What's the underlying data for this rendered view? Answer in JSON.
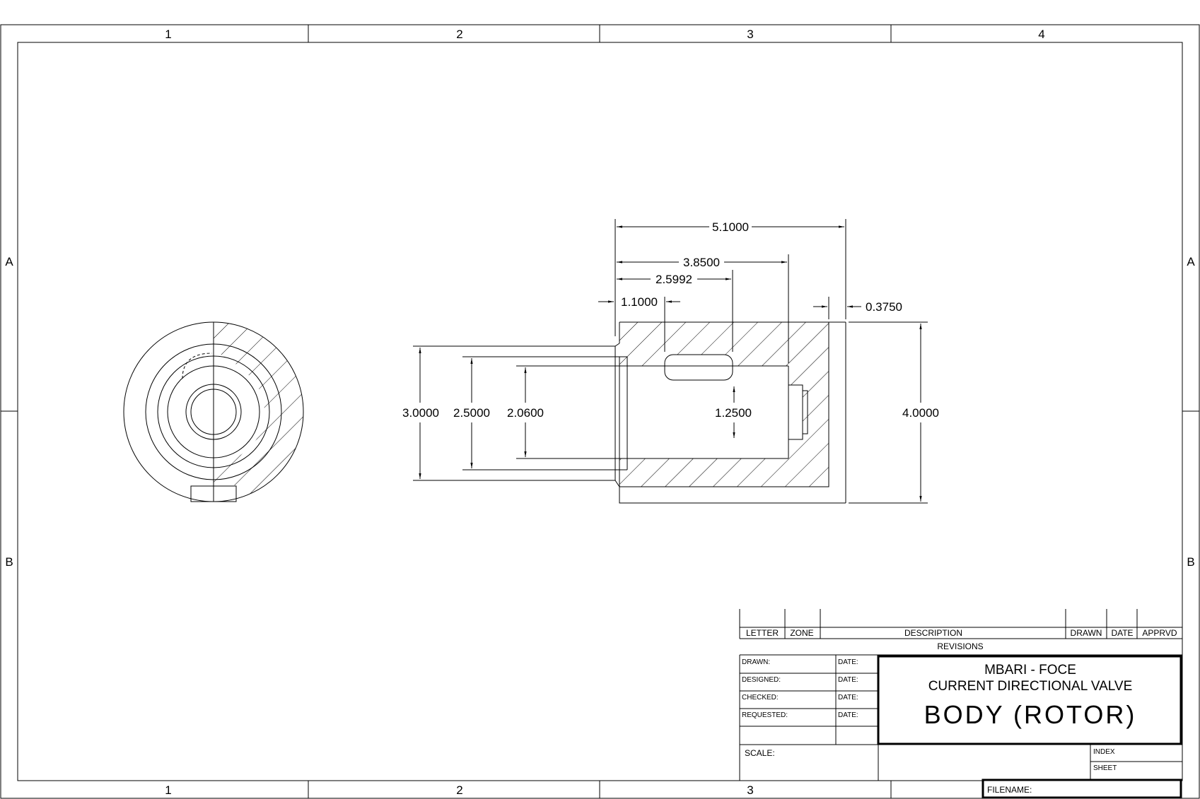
{
  "zones": {
    "columns": [
      "1",
      "2",
      "3",
      "4"
    ],
    "rows": [
      "A",
      "B"
    ]
  },
  "dimensions": {
    "overall_length": "5.1000",
    "bore_depth": "3.8500",
    "slot_end": "2.5992",
    "slot_start": "1.1000",
    "end_wall": "0.3750",
    "outer_dia": "4.0000",
    "flange_dia": "3.0000",
    "step_dia": "2.5000",
    "bore_dia": "2.0600",
    "pocket_dia": "1.2500"
  },
  "revisions_block": {
    "headers": {
      "letter": "LETTER",
      "zone": "ZONE",
      "description": "DESCRIPTION",
      "drawn": "DRAWN",
      "date": "DATE",
      "approved": "APPRVD"
    },
    "title": "REVISIONS"
  },
  "title_block": {
    "fields": [
      {
        "label": "DRAWN:",
        "date": "DATE:"
      },
      {
        "label": "DESIGNED:",
        "date": "DATE:"
      },
      {
        "label": "CHECKED:",
        "date": "DATE:"
      },
      {
        "label": "REQUESTED:",
        "date": "DATE:"
      }
    ],
    "org": "MBARI - FOCE",
    "project": "CURRENT DIRECTIONAL VALVE",
    "part": "BODY (ROTOR)",
    "scale_label": "SCALE:",
    "index_label": "INDEX",
    "sheet_label": "SHEET",
    "filename_label": "FILENAME:"
  }
}
